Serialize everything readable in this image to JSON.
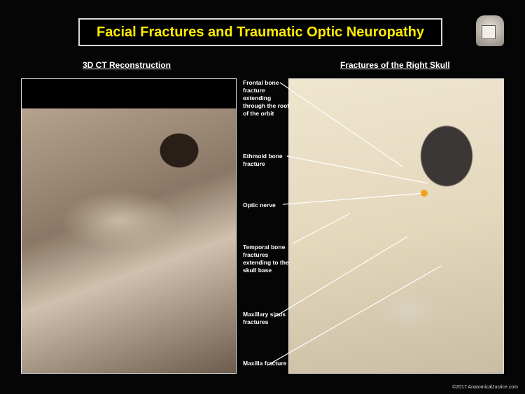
{
  "title": "Facial Fractures and Traumatic Optic Neuropathy",
  "left_panel": {
    "heading": "3D CT Reconstruction"
  },
  "right_panel": {
    "heading": "Fractures of the Right Skull"
  },
  "labels": [
    "Frontal bone fracture extending through the roof of the orbit",
    "Ethmoid bone fracture",
    "Optic nerve",
    "Temporal bone fractures extending to the skull base",
    "Maxillary sinus fractures",
    "Maxilla fracture"
  ],
  "copyright": "©2017 AnatomicalJustice.com",
  "colors": {
    "title": "#ffec00",
    "background": "#050505"
  }
}
